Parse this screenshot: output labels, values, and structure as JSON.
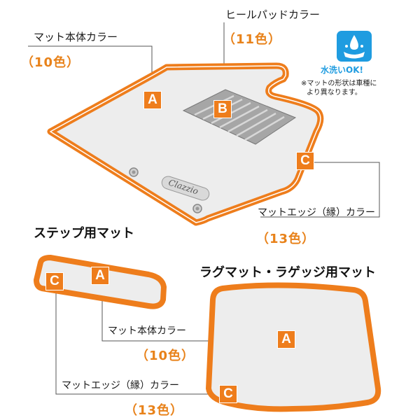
{
  "labels": {
    "heel_pad_color": "ヒールパッドカラー",
    "heel_pad_count": "（11色）",
    "main_body_color": "マット本体カラー",
    "main_body_count": "（10色）",
    "edge_color": "マットエッジ（縁）カラー",
    "edge_count": "（13色）",
    "step_title": "ステップ用マット",
    "rug_title": "ラグマット・ラゲッジ用マット",
    "step_body_color": "マット本体カラー",
    "step_body_count": "（10色）",
    "step_edge_color": "マットエッジ（縁）カラー",
    "step_edge_count": "（13色）"
  },
  "badges": {
    "a": "A",
    "b": "B",
    "c": "C"
  },
  "wash": {
    "label": "水洗いOK!",
    "icon": "water-wash-icon"
  },
  "note": {
    "line1": "※マットの形状は車種に",
    "line2": "より異なります。"
  },
  "logo_text": "Clazzio",
  "colors": {
    "accent_orange": "#ee7d1c",
    "mat_fill": "#ededed",
    "heel_pad": "#a6a6a6",
    "wash_blue": "#1f9ce0"
  }
}
